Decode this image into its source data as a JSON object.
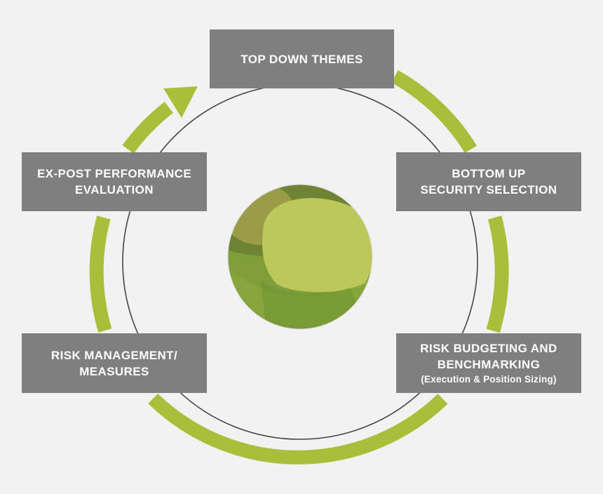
{
  "colors": {
    "background": "#f2f2f2",
    "box_fill": "#7f7f80",
    "box_text": "#ffffff",
    "cycle_arrow": "#a9bf3a",
    "inner_ring": "#3a3a3a",
    "logo_dark": "#6f8a33",
    "logo_mid": "#8aa83c",
    "logo_light": "#bcc95a"
  },
  "icons": {
    "center_logo": "three-arc-sphere-logo",
    "cycle_arrow": "clockwise-cycle-arrow"
  },
  "stages": {
    "top_down": {
      "line1": "TOP DOWN THEMES"
    },
    "bottom_up": {
      "line1": "BOTTOM UP",
      "line2": "SECURITY SELECTION"
    },
    "risk_budgeting": {
      "line1": "RISK BUDGETING AND",
      "line2": "BENCHMARKING",
      "sub": "(Execution & Position Sizing)"
    },
    "risk_management": {
      "line1": "RISK MANAGEMENT/",
      "line2": "MEASURES"
    },
    "ex_post": {
      "line1": "EX-POST PERFORMANCE",
      "line2": "EVALUATION"
    }
  }
}
